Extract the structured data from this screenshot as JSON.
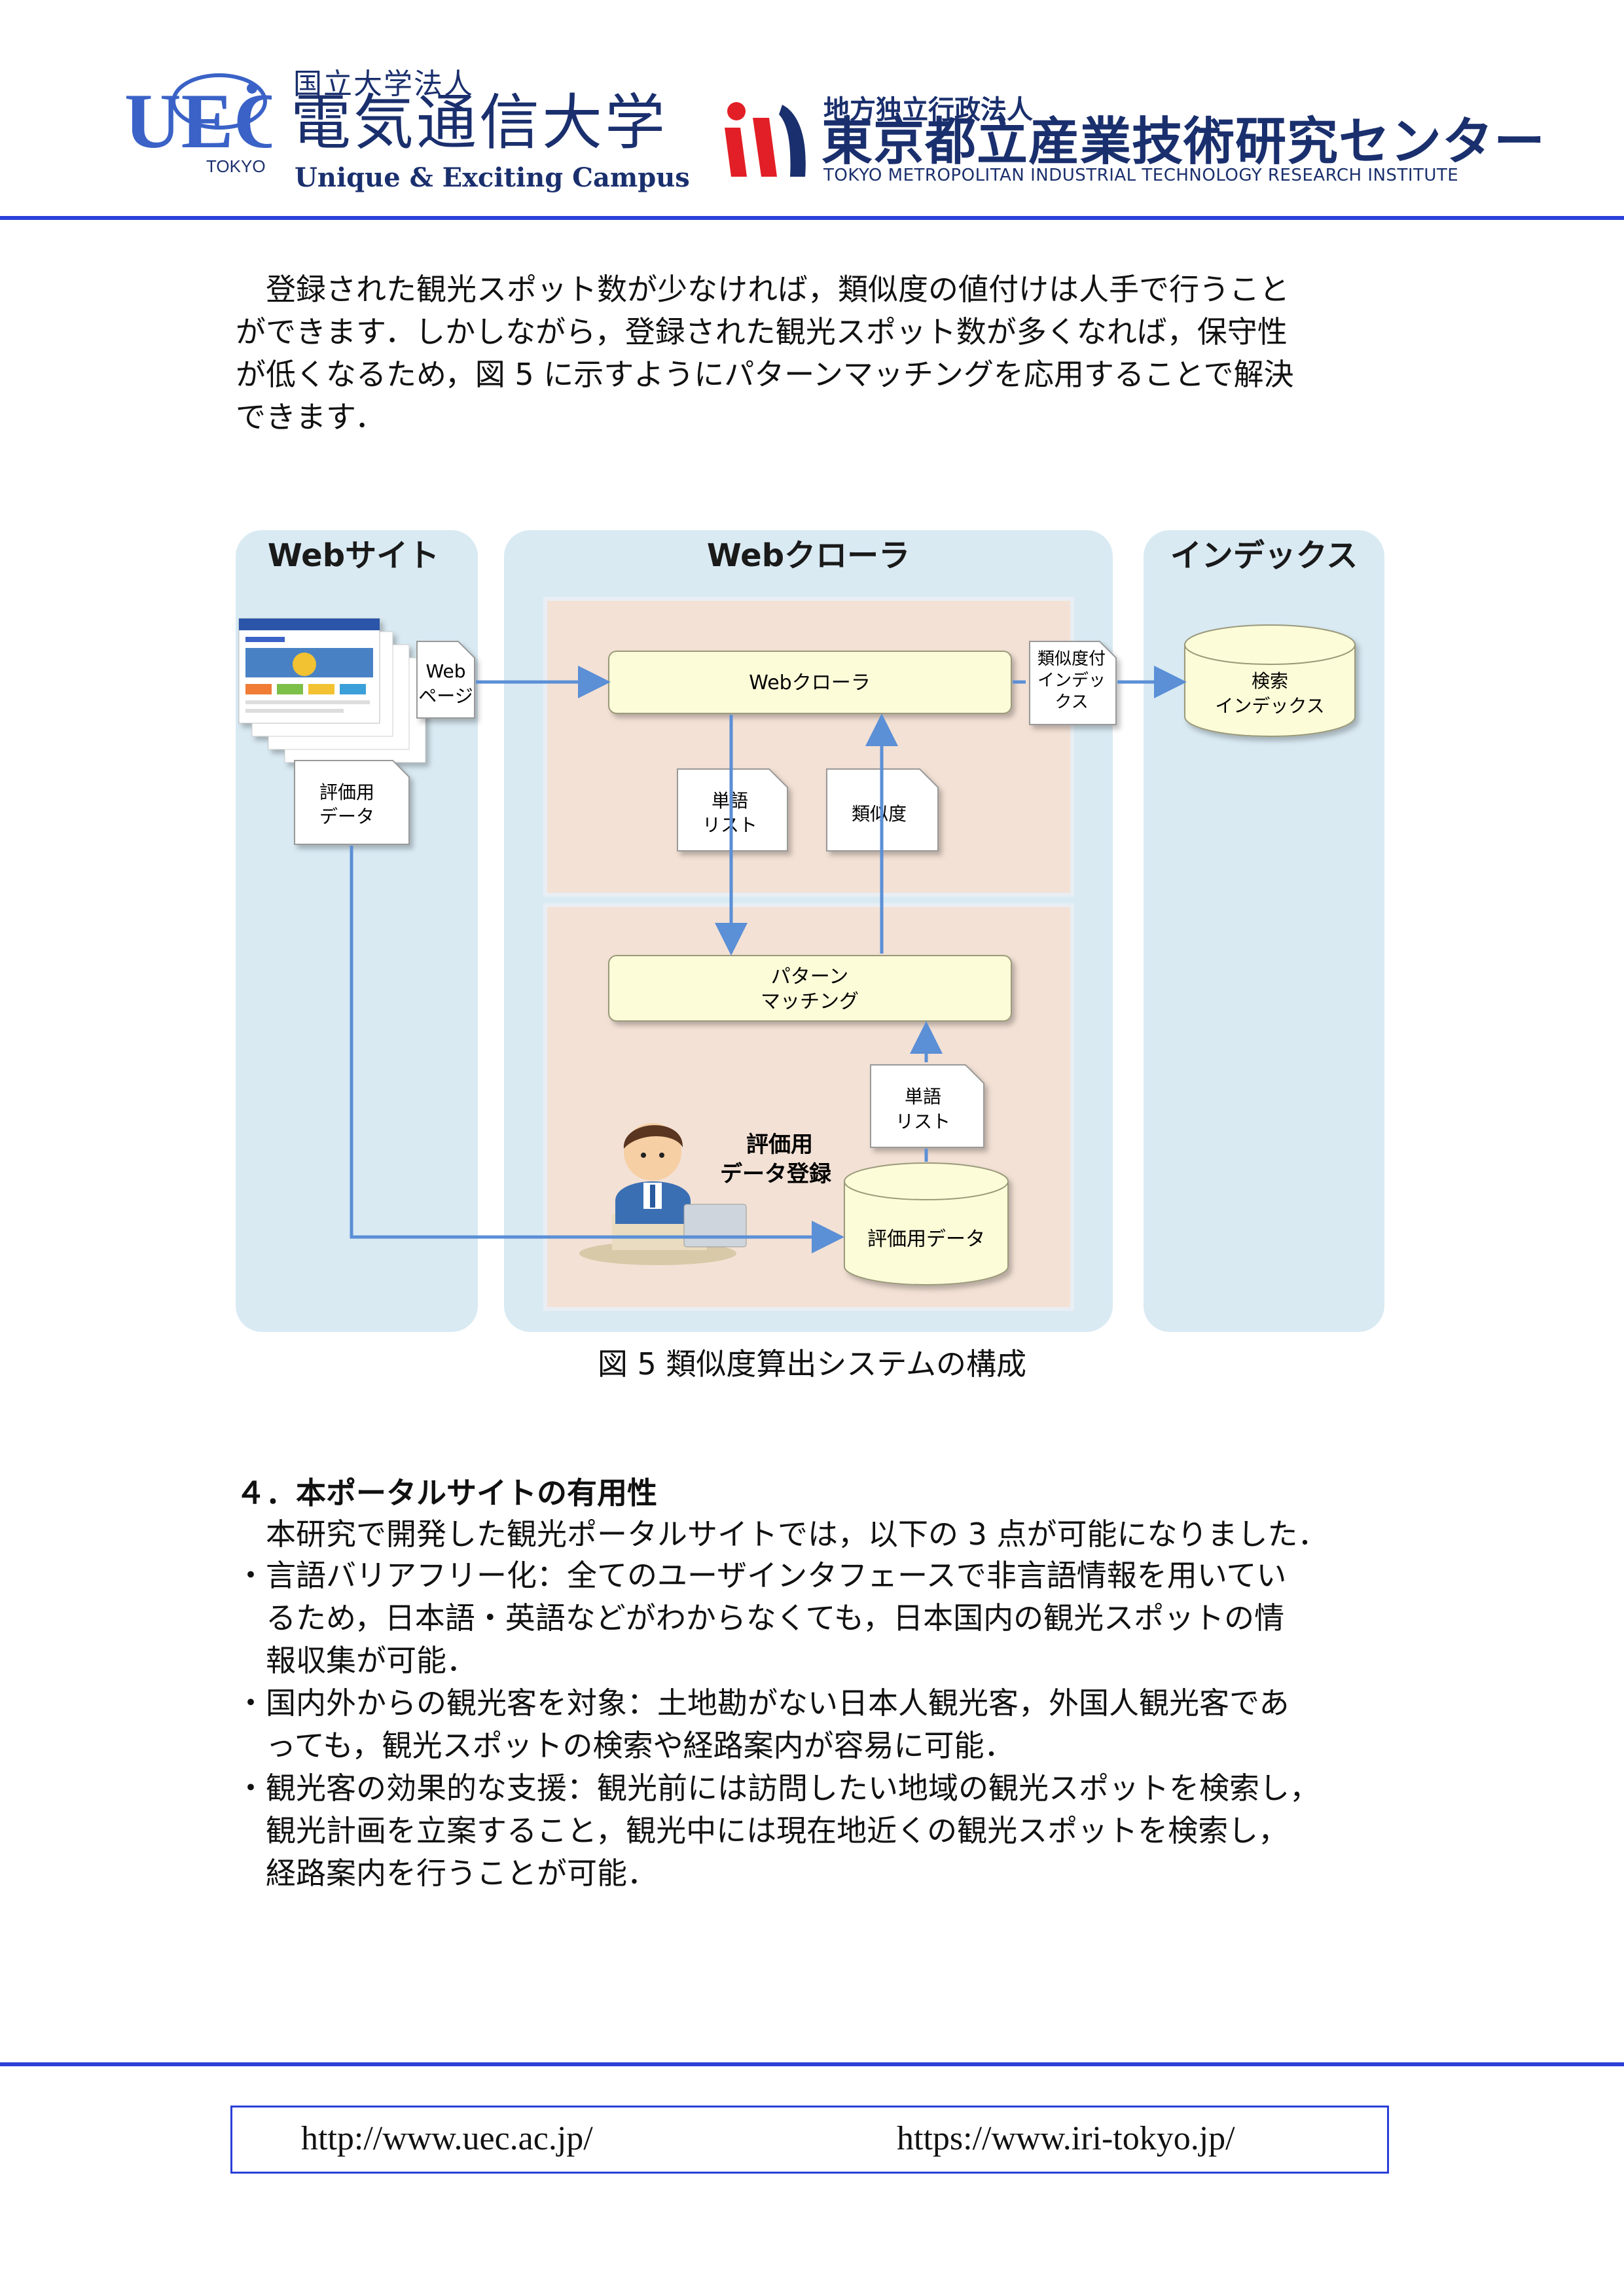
{
  "header": {
    "uec": {
      "logo_text": "UEC",
      "logo_sub": "TOKYO",
      "hojin": "国立大学法人",
      "name": "電気通信大学",
      "tagline": "Unique & Exciting Campus"
    },
    "iri": {
      "hojin": "地方独立行政法人",
      "name": "東京都立産業技術研究センター",
      "english": "TOKYO METROPOLITAN INDUSTRIAL TECHNOLOGY RESEARCH INSTITUTE"
    }
  },
  "intro_lines": [
    "登録された観光スポット数が少なければ，類似度の値付けは人手で行うこと",
    "ができます．しかしながら，登録された観光スポット数が多くなれば，保守性",
    "が低くなるため，図 5 に示すようにパターンマッチングを応用することで解決",
    "できます．"
  ],
  "figure": {
    "panels": {
      "website": "Webサイト",
      "crawler": "Webクローラ",
      "index": "インデックス"
    },
    "nodes": {
      "crawler_box": "Webクローラ",
      "matching_line1": "パターン",
      "matching_line2": "マッチング",
      "index_db_line1": "検索",
      "index_db_line2": "インデックス",
      "eval_db": "評価用データ"
    },
    "docs": {
      "webpage_line1": "Web",
      "webpage_line2": "ページ",
      "evaldata_line1": "評価用",
      "evaldata_line2": "データ",
      "wordlist1_line1": "単語",
      "wordlist1_line2": "リスト",
      "similarity": "類似度",
      "wordlist2_line1": "単語",
      "wordlist2_line2": "リスト",
      "simindex_line1": "類似度付",
      "simindex_line2": "インデッ",
      "simindex_line3": "クス"
    },
    "person_label_line1": "評価用",
    "person_label_line2": "データ登録"
  },
  "caption": "図 5 類似度算出システムの構成",
  "section4": {
    "title": "４．本ポータルサイトの有用性",
    "lead": "本研究で開発した観光ポータルサイトでは，以下の 3 点が可能になりました．",
    "bullets": [
      {
        "lines": [
          "・言語バリアフリー化：全てのユーザインタフェースで非言語情報を用いてい",
          "るため，日本語・英語などがわからなくても，日本国内の観光スポットの情",
          "報収集が可能．"
        ]
      },
      {
        "lines": [
          "・国内外からの観光客を対象：土地勘がない日本人観光客，外国人観光客であ",
          "っても，観光スポットの検索や経路案内が容易に可能．"
        ]
      },
      {
        "lines": [
          "・観光客の効果的な支援：観光前には訪問したい地域の観光スポットを検索し，",
          "観光計画を立案すること，観光中には現在地近くの観光スポットを検索し，",
          "経路案内を行うことが可能．"
        ]
      }
    ]
  },
  "footer": {
    "url_uec": "http://www.uec.ac.jp/",
    "url_iri": "https://www.iri-tokyo.jp/"
  }
}
